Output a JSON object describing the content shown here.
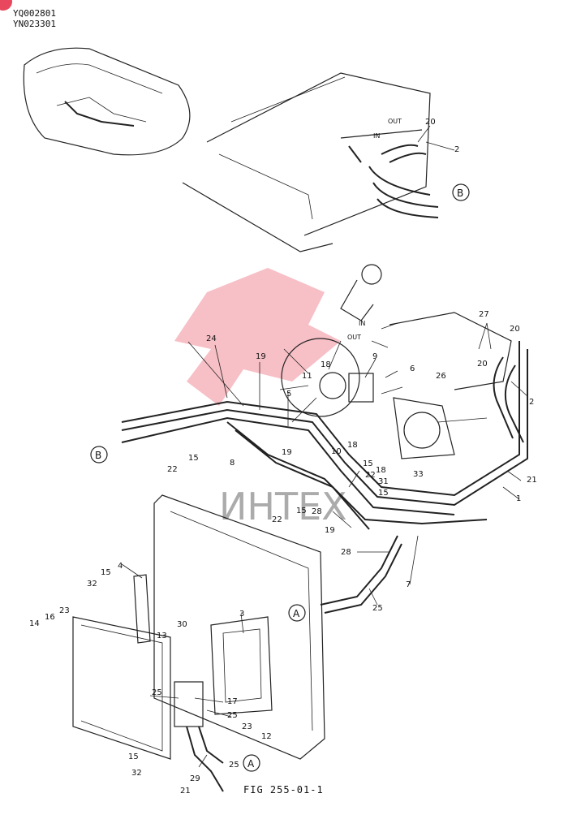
{
  "header": {
    "codes": [
      "YQ002801",
      "YN023301"
    ]
  },
  "watermark": {
    "text": "ИНТЕХ",
    "color": "#e8475d"
  },
  "caption": "FIG 255-01-1",
  "markers": {
    "B": "B",
    "A": "A"
  },
  "flow_labels": {
    "out": "OUT",
    "in": "IN"
  },
  "callouts": [
    "1",
    "2",
    "3",
    "4",
    "5",
    "6",
    "7",
    "8",
    "9",
    "10",
    "11",
    "12",
    "13",
    "14",
    "15",
    "16",
    "17",
    "18",
    "19",
    "20",
    "21",
    "22",
    "23",
    "24",
    "25",
    "26",
    "27",
    "28",
    "29",
    "30",
    "31",
    "32",
    "33"
  ]
}
